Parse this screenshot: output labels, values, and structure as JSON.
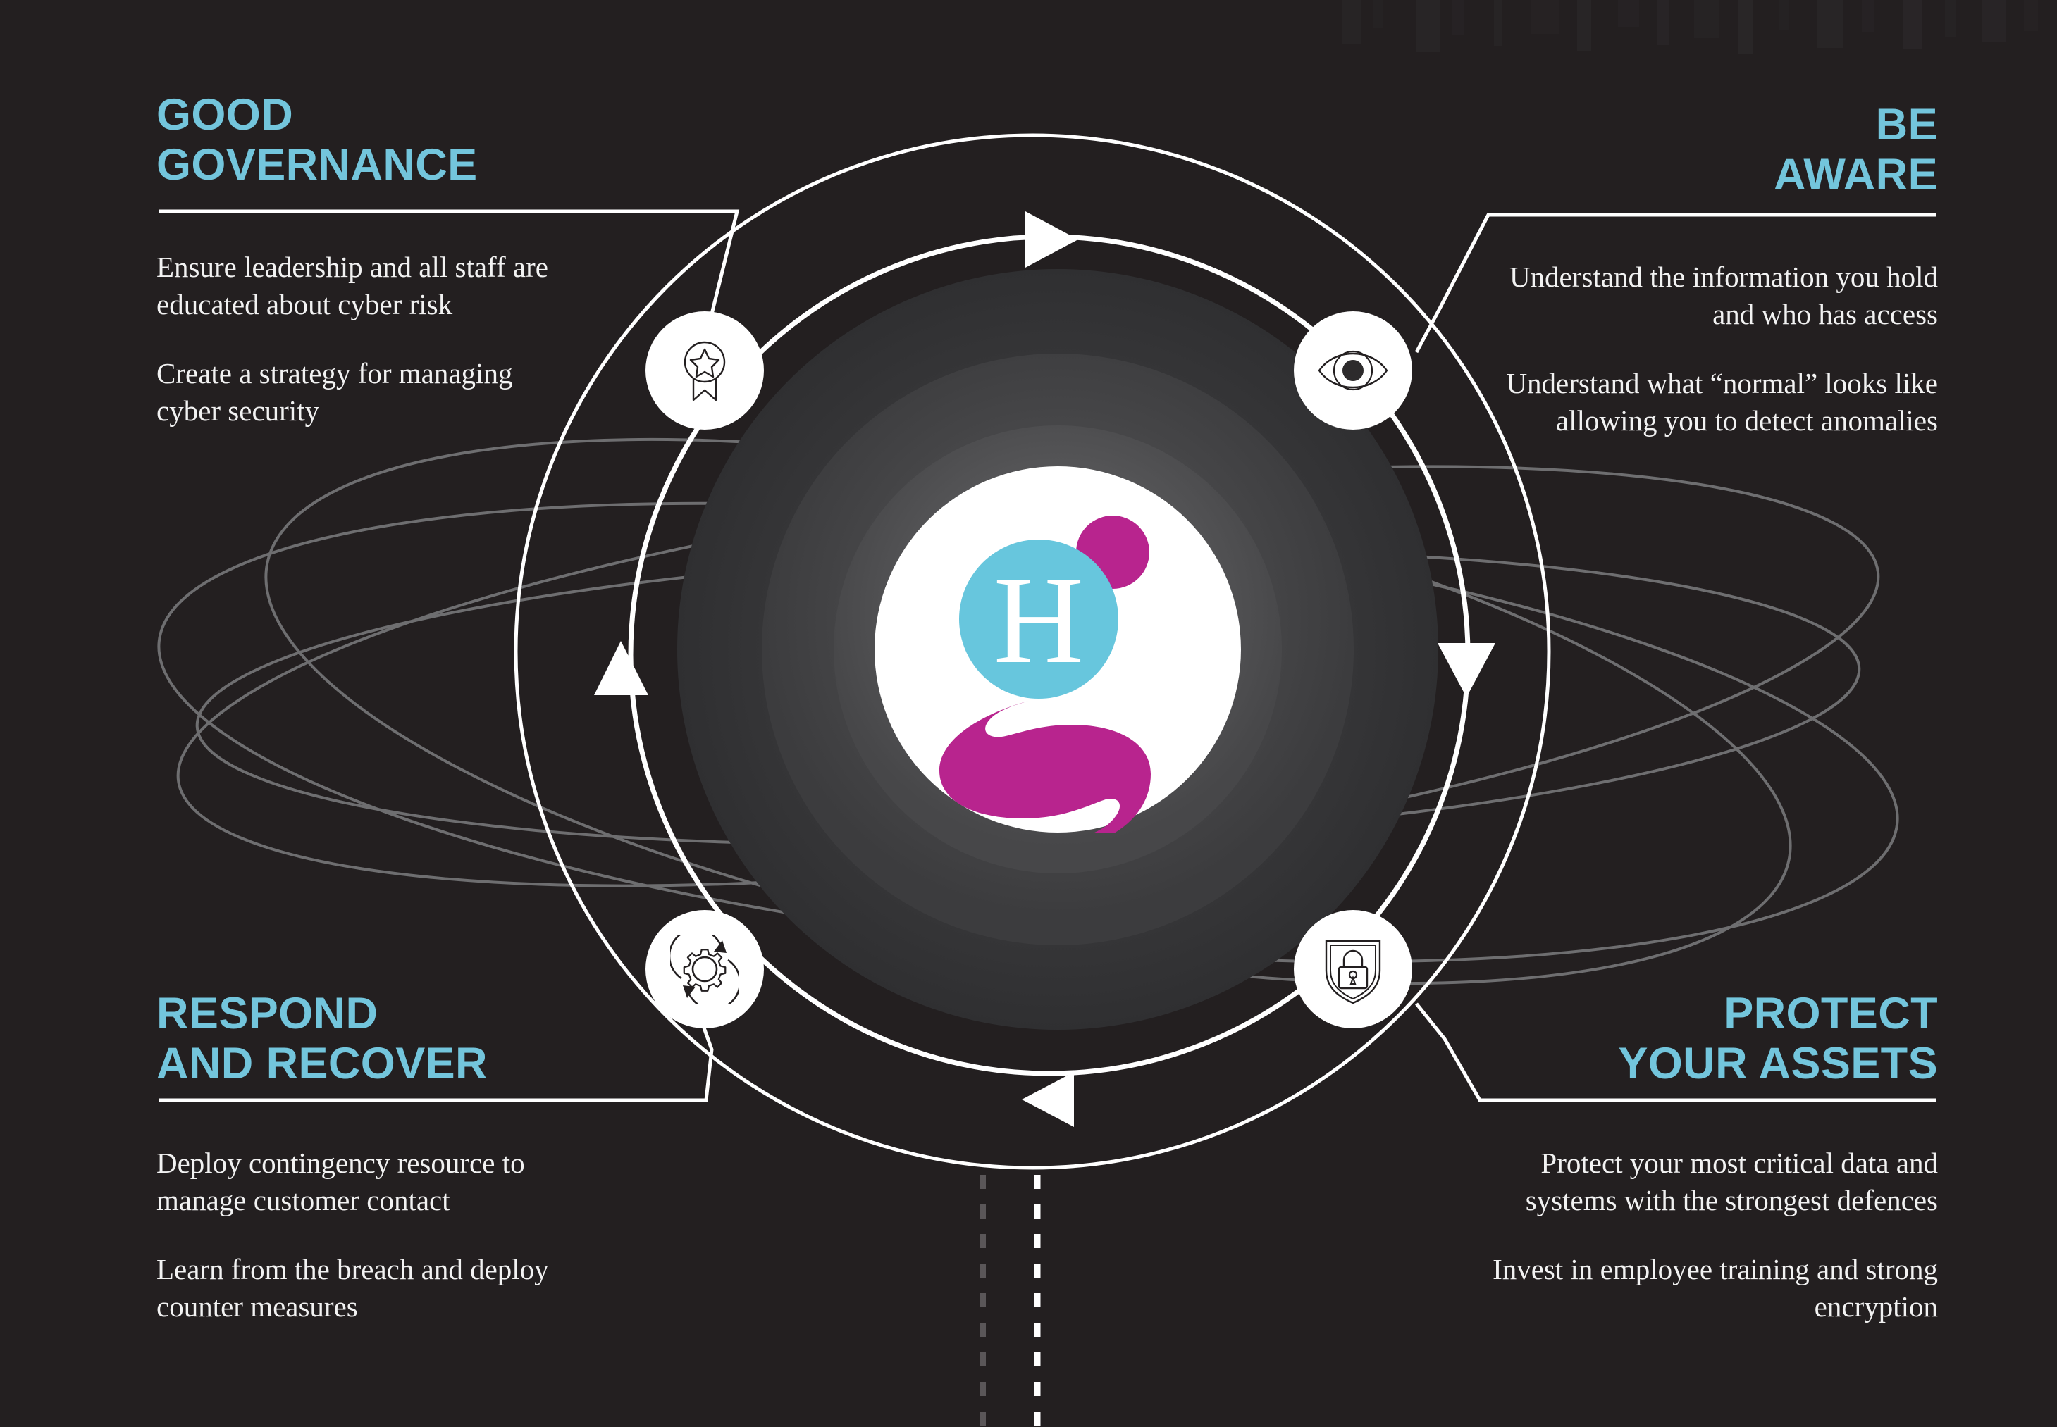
{
  "page": {
    "background_color": "#231f20",
    "accent_color": "#73c5dc",
    "text_color": "#f2f2f2",
    "logo_cyan": "#67c6dd",
    "logo_magenta": "#b8248e",
    "ring_color": "#ffffff"
  },
  "logo": {
    "letter": "H",
    "name": "hiscox-g-logo"
  },
  "quadrants": {
    "good_governance": {
      "title": "GOOD\nGOVERNANCE",
      "icon": "award-medal-icon",
      "points": [
        "Ensure leadership and all staff are educated about cyber risk",
        "Create a strategy for managing cyber security"
      ]
    },
    "be_aware": {
      "title": "BE\nAWARE",
      "icon": "eye-icon",
      "points": [
        "Understand the information you hold and who has access",
        "Understand what “normal” looks like allowing you to detect anomalies"
      ]
    },
    "respond_and_recover": {
      "title": "RESPOND\nAND RECOVER",
      "icon": "gear-refresh-icon",
      "points": [
        "Deploy contingency resource to manage customer contact",
        "Learn from the breach and deploy counter measures"
      ]
    },
    "protect_your_assets": {
      "title": "PROTECT\nYOUR ASSETS",
      "icon": "shield-lock-icon",
      "points": [
        "Protect your most critical data and systems with the strongest defences",
        "Invest in employee training and strong encryption"
      ]
    }
  },
  "cycle": {
    "direction": "clockwise",
    "arrow_positions": [
      "top",
      "right",
      "bottom",
      "left"
    ]
  }
}
